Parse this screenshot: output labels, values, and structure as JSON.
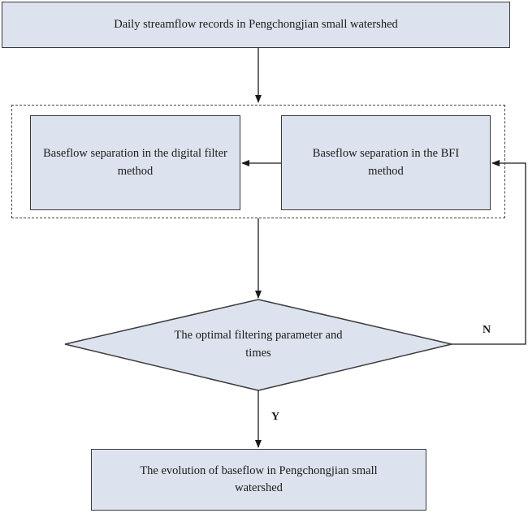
{
  "nodes": {
    "start": "Daily streamflow records in Pengchongjian small watershed",
    "digital_filter": "Baseflow separation in the digital filter method",
    "bfi": "Baseflow separation in the BFI method",
    "decision": "The optimal filtering parameter and times",
    "end": "The evolution of baseflow in Pengchongjian small watershed"
  },
  "edge_labels": {
    "no": "N",
    "yes": "Y"
  },
  "colors": {
    "box_fill": "#dde3ee",
    "stroke": "#3a3a3a"
  }
}
